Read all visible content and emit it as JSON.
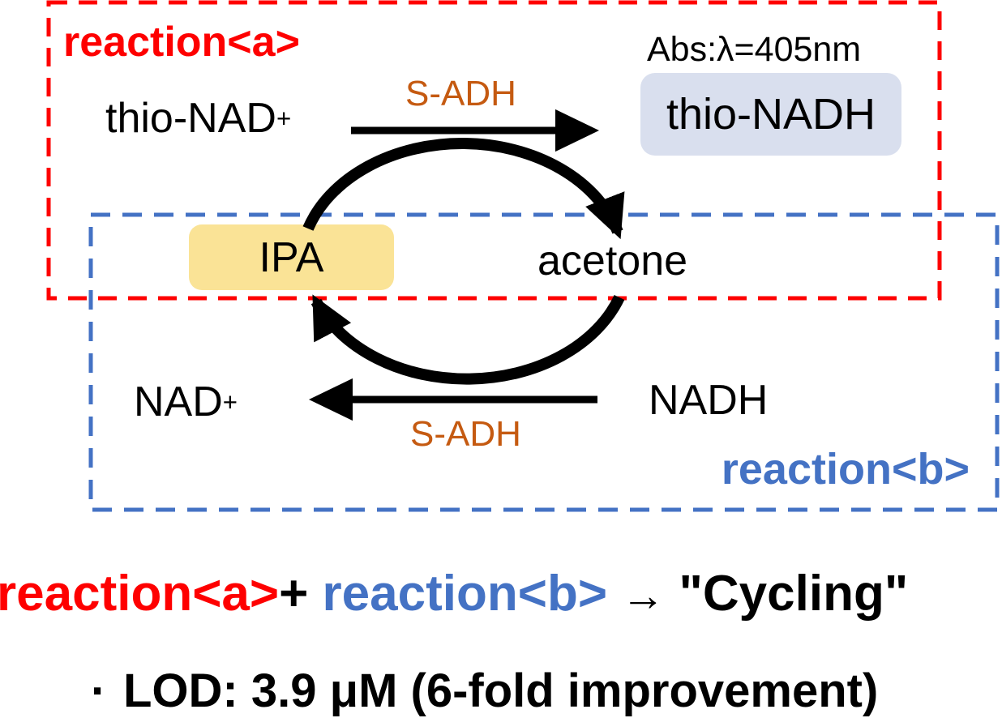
{
  "palette": {
    "reaction_a_red": "#FE0000",
    "reaction_b_blue": "#4472C4",
    "enzyme_orange": "#C55A11",
    "ipa_box_fill": "#FAE396",
    "thio_nadh_box_fill": "#D9DFEE",
    "arrow_black": "#000000"
  },
  "reaction_a": {
    "label": "reaction<a>",
    "substrate": "thio-NAD",
    "substrate_sup": "+",
    "enzyme": "S-ADH",
    "product": "thio-NADH",
    "detection": "Abs:λ=405nm"
  },
  "reaction_b": {
    "label": "reaction<b>",
    "substrate": "NADH",
    "enzyme": "S-ADH",
    "product": "NAD",
    "product_sup": "+"
  },
  "cycle": {
    "reduced_substrate": "IPA",
    "oxidized_product": "acetone"
  },
  "equation": {
    "term_a": "reaction<a>",
    "plus": "+",
    "term_b": "reaction<b>",
    "arrow": "→",
    "result": "\"Cycling\""
  },
  "note": {
    "bullet": "·",
    "text": "LOD: 3.9 μM (6-fold improvement)"
  }
}
